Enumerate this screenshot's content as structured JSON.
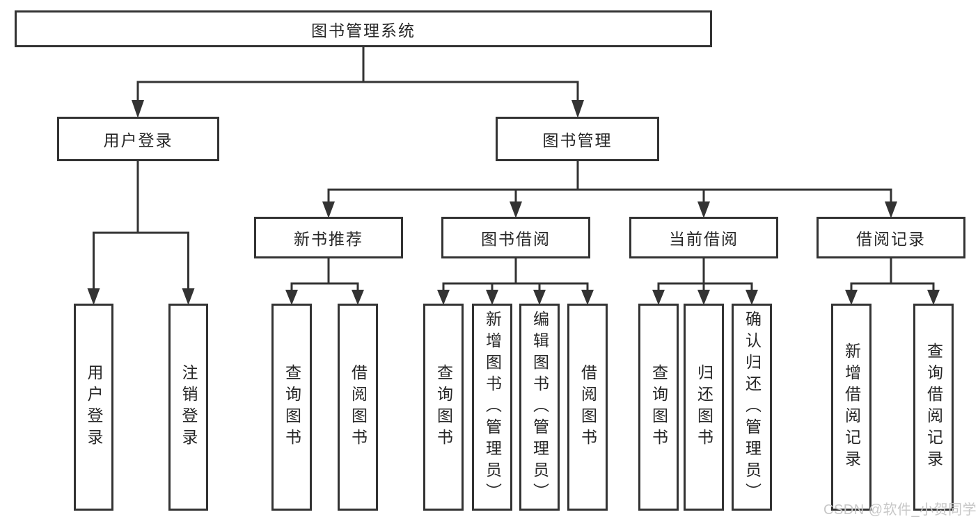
{
  "colors": {
    "line": "#333333",
    "box_border": "#333333",
    "text": "#262626",
    "watermark": "#c7c7c7",
    "background": "#ffffff"
  },
  "watermark": {
    "text": "CSDN @软件_小贺同学"
  },
  "diagram": {
    "root": {
      "label": "图书管理系统"
    },
    "branches": [
      {
        "label": "用户登录",
        "children": [
          {
            "label": "用户登录"
          },
          {
            "label": "注销登录"
          }
        ]
      },
      {
        "label": "图书管理",
        "children": [
          {
            "label": "新书推荐",
            "children": [
              {
                "label": "查询图书"
              },
              {
                "label": "借阅图书"
              }
            ]
          },
          {
            "label": "图书借阅",
            "children": [
              {
                "label": "查询图书"
              },
              {
                "label": "新增图书（管理员）"
              },
              {
                "label": "编辑图书（管理员）"
              },
              {
                "label": "借阅图书"
              }
            ]
          },
          {
            "label": "当前借阅",
            "children": [
              {
                "label": "查询图书"
              },
              {
                "label": "归还图书"
              },
              {
                "label": "确认归还（管理员）"
              }
            ]
          },
          {
            "label": "借阅记录",
            "children": [
              {
                "label": "新增借阅记录"
              },
              {
                "label": "查询借阅记录"
              }
            ]
          }
        ]
      }
    ]
  }
}
